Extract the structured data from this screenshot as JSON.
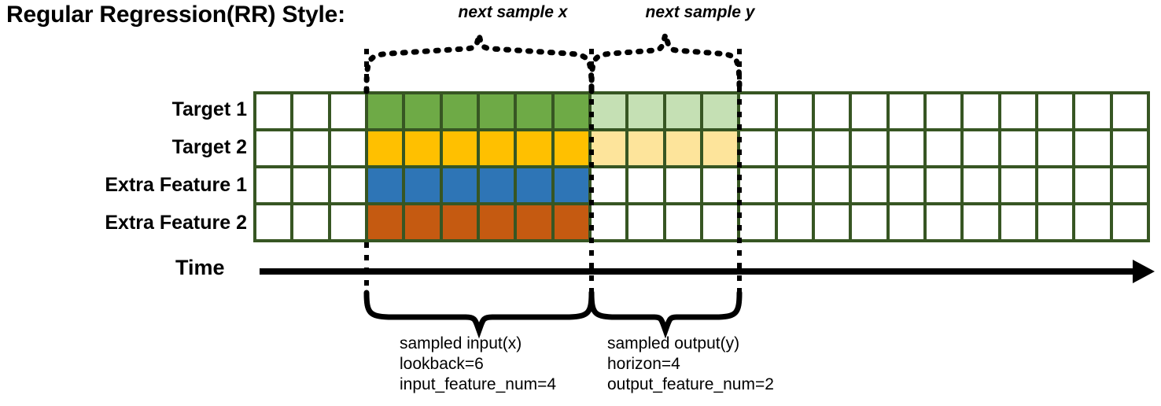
{
  "title": "Regular Regression(RR) Style:",
  "time_axis": {
    "label": "Time",
    "arrow_icon": "arrow-right-icon"
  },
  "rows": [
    {
      "label": "Target 1",
      "kind": "target",
      "color": "#6EAA46",
      "light_color": "#C5E0B4"
    },
    {
      "label": "Target 2",
      "kind": "target",
      "color": "#FFC000",
      "light_color": "#FDE49B"
    },
    {
      "label": "Extra Feature 1",
      "kind": "feature",
      "color": "#2E75B6",
      "light_color": null
    },
    {
      "label": "Extra Feature 2",
      "kind": "feature",
      "color": "#C55A11",
      "light_color": null
    }
  ],
  "grid": {
    "total_columns": 24,
    "leading_blank_columns": 3,
    "input_columns": 6,
    "output_columns": 4,
    "trailing_blank_columns": 11,
    "border_color": "#375623",
    "empty_cell_color": "#FFFFFF"
  },
  "top_annotations": [
    {
      "text": "next sample x",
      "name": "next-sample-x"
    },
    {
      "text": "next sample y",
      "name": "next-sample-y"
    }
  ],
  "bottom_annotations": [
    {
      "name": "sampled-input",
      "lines": [
        "sampled input(x)",
        "lookback=6",
        "input_feature_num=4"
      ]
    },
    {
      "name": "sampled-output",
      "lines": [
        "sampled output(y)",
        "horizon=4",
        "output_feature_num=2"
      ]
    }
  ],
  "chart_data": {
    "type": "heatmap",
    "title": "Regular Regression(RR) Style:",
    "xlabel": "Time",
    "ylabel": "",
    "categories": [
      "Target 1",
      "Target 2",
      "Extra Feature 1",
      "Extra Feature 2"
    ],
    "x": [
      1,
      2,
      3,
      4,
      5,
      6,
      7,
      8,
      9,
      10,
      11,
      12,
      13,
      14,
      15,
      16,
      17,
      18,
      19,
      20,
      21,
      22,
      23,
      24
    ],
    "legend_position": "none",
    "grid": true,
    "series": [
      {
        "name": "Target 1",
        "values": [
          "empty",
          "empty",
          "empty",
          "input",
          "input",
          "input",
          "input",
          "input",
          "input",
          "output",
          "output",
          "output",
          "output",
          "empty",
          "empty",
          "empty",
          "empty",
          "empty",
          "empty",
          "empty",
          "empty",
          "empty",
          "empty",
          "empty"
        ]
      },
      {
        "name": "Target 2",
        "values": [
          "empty",
          "empty",
          "empty",
          "input",
          "input",
          "input",
          "input",
          "input",
          "input",
          "output",
          "output",
          "output",
          "output",
          "empty",
          "empty",
          "empty",
          "empty",
          "empty",
          "empty",
          "empty",
          "empty",
          "empty",
          "empty",
          "empty"
        ]
      },
      {
        "name": "Extra Feature 1",
        "values": [
          "empty",
          "empty",
          "empty",
          "input",
          "input",
          "input",
          "input",
          "input",
          "input",
          "empty",
          "empty",
          "empty",
          "empty",
          "empty",
          "empty",
          "empty",
          "empty",
          "empty",
          "empty",
          "empty",
          "empty",
          "empty",
          "empty",
          "empty"
        ]
      },
      {
        "name": "Extra Feature 2",
        "values": [
          "empty",
          "empty",
          "empty",
          "input",
          "input",
          "input",
          "input",
          "input",
          "input",
          "empty",
          "empty",
          "empty",
          "empty",
          "empty",
          "empty",
          "empty",
          "empty",
          "empty",
          "empty",
          "empty",
          "empty",
          "empty",
          "empty",
          "empty"
        ]
      }
    ],
    "annotations": [
      "next sample x",
      "next sample y",
      "sampled input(x)",
      "lookback=6",
      "input_feature_num=4",
      "sampled output(y)",
      "horizon=4",
      "output_feature_num=2"
    ]
  }
}
